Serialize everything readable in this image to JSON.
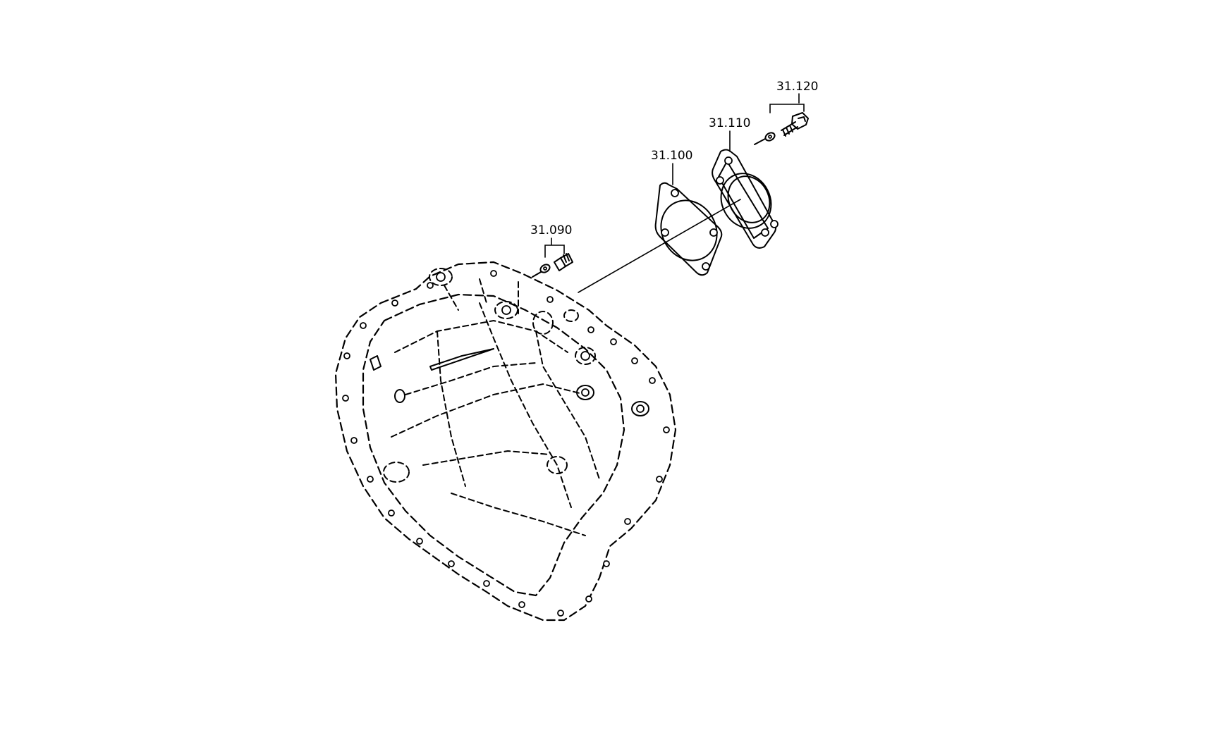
{
  "diagram": {
    "callouts": [
      {
        "id": "31.090",
        "label": "31.090"
      },
      {
        "id": "31.100",
        "label": "31.100"
      },
      {
        "id": "31.110",
        "label": "31.110"
      },
      {
        "id": "31.120",
        "label": "31.120"
      }
    ]
  }
}
